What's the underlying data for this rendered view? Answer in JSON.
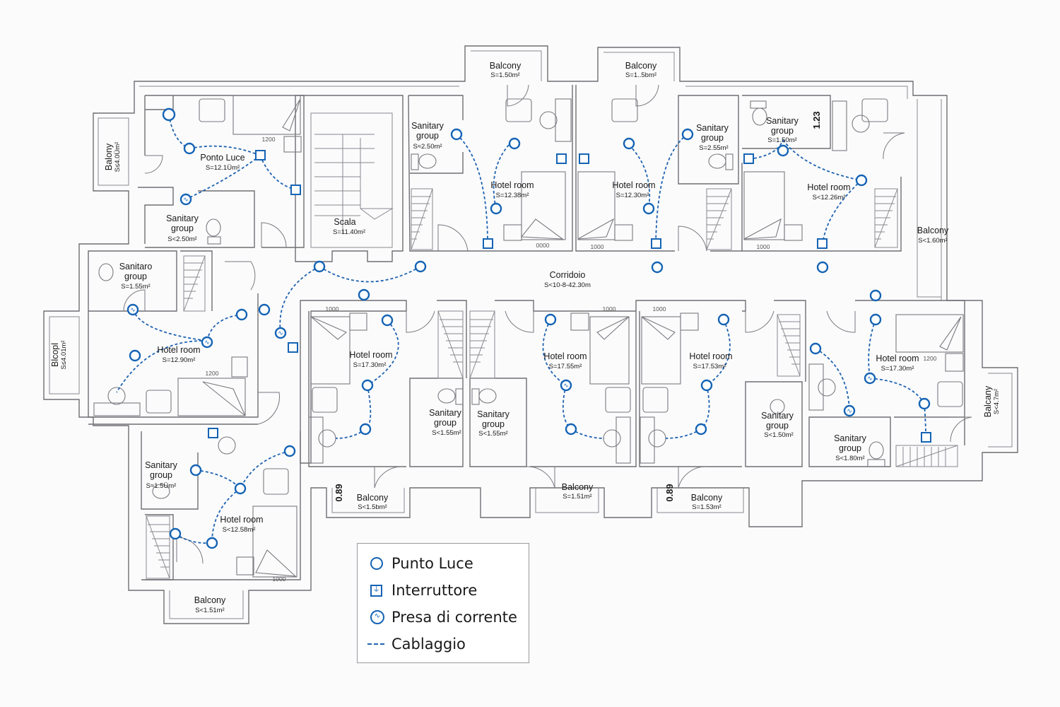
{
  "title": "Hotel floor electrical plan",
  "accent_color": "#1463b4",
  "wall_color": "#6f6f74",
  "rooms": [
    {
      "id": "room-nw",
      "label": "Ponto Luce",
      "area": "S=12.1Üm²"
    },
    {
      "id": "balcony-w1",
      "label": "Balony",
      "area": "S≤4.0Üm²"
    },
    {
      "id": "sanitary-nw",
      "label": "Sanitary group",
      "area": "S<2.50m²"
    },
    {
      "id": "stairs",
      "label": "Scala",
      "area": "S=11.40m²"
    },
    {
      "id": "sanitary-n1",
      "label": "Sanitary group",
      "area": "S≈2.50m²"
    },
    {
      "id": "balcony-n1",
      "label": "Balcony",
      "area": "S=1.50m²"
    },
    {
      "id": "hotel-n1",
      "label": "Hotel room",
      "area": "S=12.38m²"
    },
    {
      "id": "balcony-n2",
      "label": "Balcony",
      "area": "S=1..5bm²"
    },
    {
      "id": "hotel-n2",
      "label": "Hotel room",
      "area": "S=12.30m²"
    },
    {
      "id": "sanitary-n2",
      "label": "Sanitary group",
      "area": "S=2.55m²"
    },
    {
      "id": "sanitary-n3",
      "label": "Sanitary group",
      "area": "S=1.50m²"
    },
    {
      "id": "hotel-n3",
      "label": "Hotel room",
      "area": "S<12.26m²"
    },
    {
      "id": "balcony-e1",
      "label": "Balcony",
      "area": "S<1.60m²"
    },
    {
      "id": "corridor",
      "label": "Corridoio",
      "area": "S<10-8-42.30m"
    },
    {
      "id": "sanitary-w",
      "label": "Sanitaro group",
      "area": "S=1.55m²"
    },
    {
      "id": "hotel-w",
      "label": "Hotel room",
      "area": "S=12.90m²"
    },
    {
      "id": "balcony-w2",
      "label": "Blcopl",
      "area": "S≤4.01m²"
    },
    {
      "id": "sanitary-sw",
      "label": "Sanitary group",
      "area": "S≈1.5Üm²"
    },
    {
      "id": "hotel-sw",
      "label": "Hotel room",
      "area": "S<12.58m²"
    },
    {
      "id": "balcony-sw",
      "label": "Balcony",
      "area": "S<1.51m²"
    },
    {
      "id": "hotel-s1",
      "label": "Hotel room",
      "area": "S=17.30m²"
    },
    {
      "id": "sanitary-s1",
      "label": "Sanitary group",
      "area": "S<1.55m²"
    },
    {
      "id": "sanitary-s2",
      "label": "Sanitary group",
      "area": "S<1.55m²"
    },
    {
      "id": "balcony-s1",
      "label": "Balcony",
      "area": "S<1.5bm²"
    },
    {
      "id": "hotel-s2",
      "label": "Hotel room",
      "area": "S=17.55m²"
    },
    {
      "id": "balcony-s2",
      "label": "Balcony",
      "area": "S=1.51m²"
    },
    {
      "id": "hotel-s3",
      "label": "Hotel room",
      "area": "S=17.53m²"
    },
    {
      "id": "balcony-s3",
      "label": "Balcony",
      "area": "S=1.53m²"
    },
    {
      "id": "sanitary-s3",
      "label": "Sanitary group",
      "area": "S<1.50m²"
    },
    {
      "id": "sanitary-se",
      "label": "Sanitary group",
      "area": "S<1.80m²"
    },
    {
      "id": "hotel-se",
      "label": "Hotel room",
      "area": "S=17.30m²"
    },
    {
      "id": "balcony-e2",
      "label": "Balcany",
      "area": "S<4.7m²"
    }
  ],
  "dimensions": {
    "bed_width": "1000",
    "bed_length": "1200",
    "bed_alt": "0000",
    "big_1": "1.23",
    "big_2": "0.89"
  },
  "legend": {
    "items": [
      {
        "symbol": "circle",
        "label": "Punto Luce"
      },
      {
        "symbol": "square",
        "label": "Interruttore"
      },
      {
        "symbol": "socket",
        "label": "Presa di corrente"
      },
      {
        "symbol": "dash",
        "label": "Cablaggio"
      }
    ]
  },
  "symbol_glyphs": {
    "light": "–",
    "switch": "⏚",
    "socket": "∿"
  }
}
